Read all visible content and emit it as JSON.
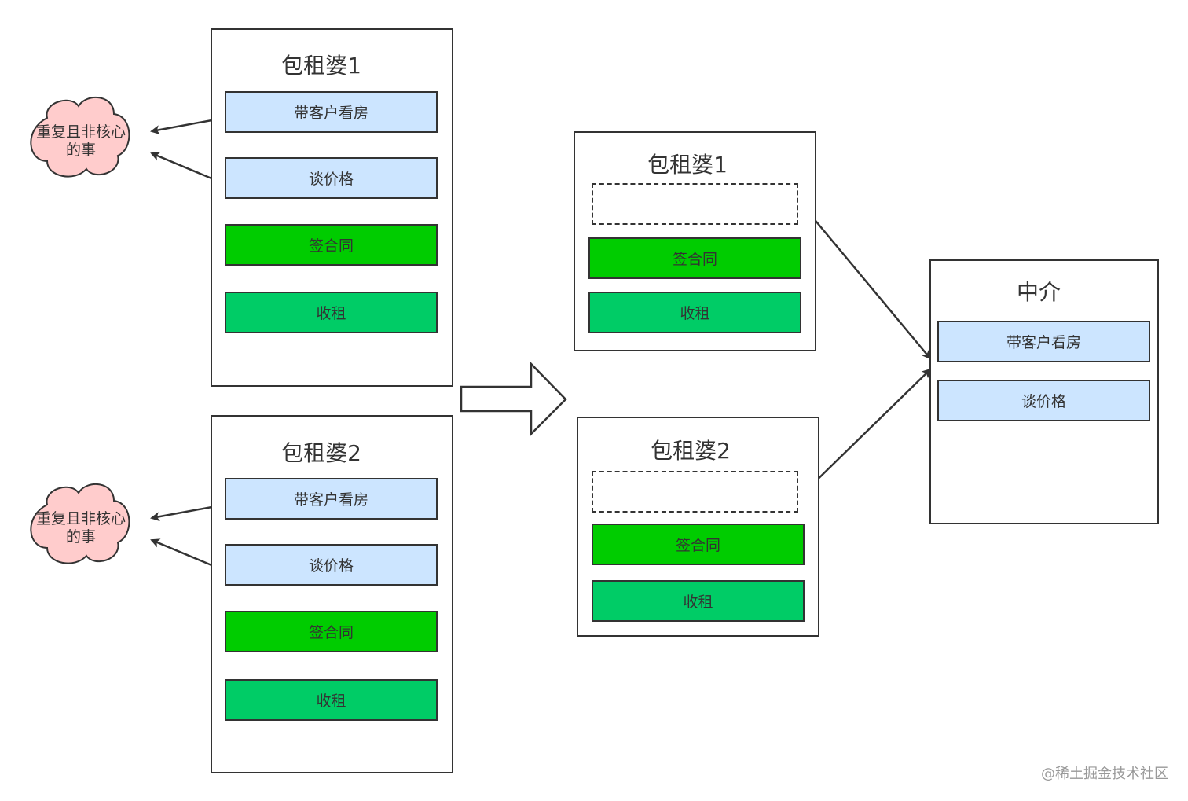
{
  "colors": {
    "light_blue": "#cce5ff",
    "green": "#00cc00",
    "teal_green": "#00cc66",
    "cloud_fill": "#ffcccc",
    "stroke": "#333333"
  },
  "left": {
    "landlord1": {
      "title": "包租婆1",
      "tasks": [
        "带客户看房",
        "谈价格",
        "签合同",
        "收租"
      ]
    },
    "landlord2": {
      "title": "包租婆2",
      "tasks": [
        "带客户看房",
        "谈价格",
        "签合同",
        "收租"
      ]
    },
    "cloud1": {
      "text": "重复且非核心的事"
    },
    "cloud2": {
      "text": "重复且非核心的事"
    }
  },
  "right": {
    "landlord1": {
      "title": "包租婆1",
      "tasks": [
        "签合同",
        "收租"
      ]
    },
    "landlord2": {
      "title": "包租婆2",
      "tasks": [
        "签合同",
        "收租"
      ]
    },
    "agent": {
      "title": "中介",
      "tasks": [
        "带客户看房",
        "谈价格"
      ]
    }
  },
  "watermark": "@稀土掘金技术社区",
  "icons": [
    "cloud-shape",
    "block-arrow-right",
    "connector-arrow"
  ]
}
